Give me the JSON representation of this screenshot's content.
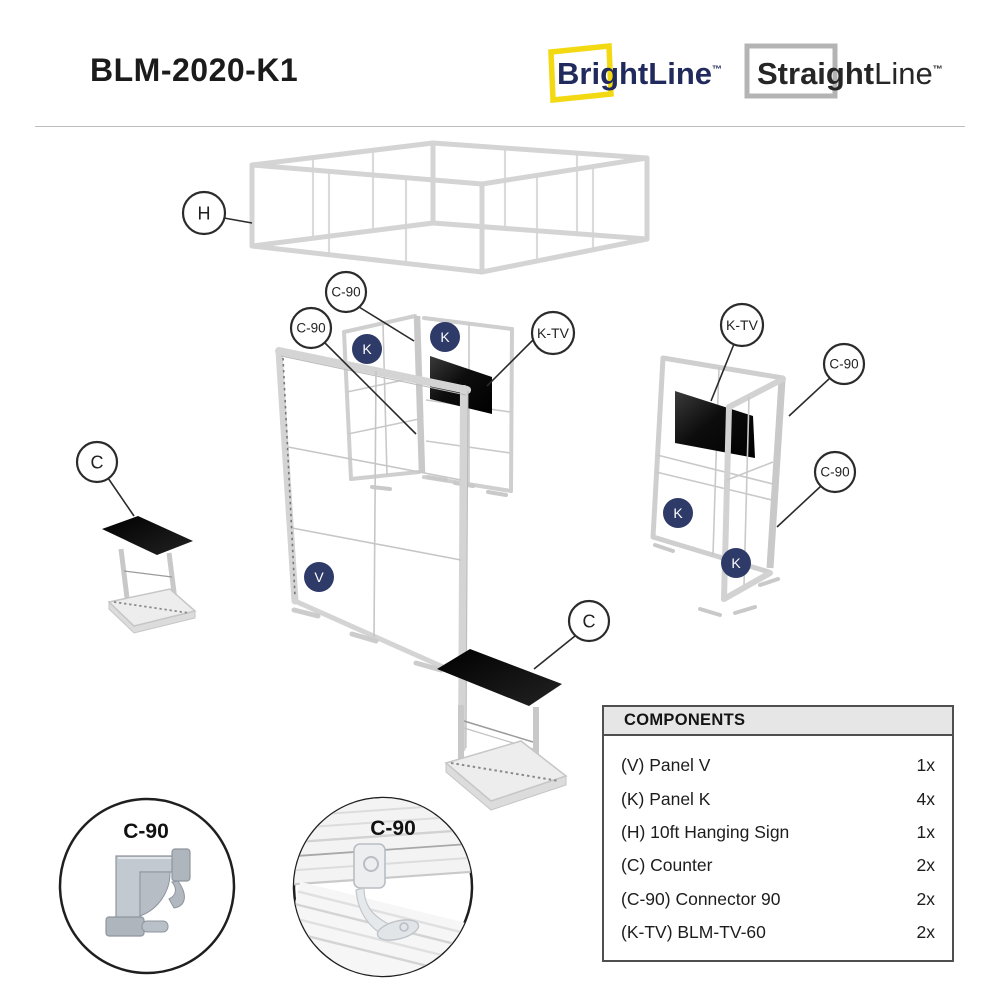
{
  "page": {
    "title": "BLM-2020-K1"
  },
  "logos": {
    "brightline": {
      "part1": "Bright",
      "part2": "Line",
      "tm": "™",
      "frame_color": "#f3d912",
      "text_color": "#202a5c"
    },
    "straightline": {
      "part1": "Straight",
      "part2": "Line",
      "tm": "™",
      "frame_color": "#b4b4b4",
      "text_color": "#262626"
    }
  },
  "callouts": {
    "h": "H",
    "c": "C",
    "v": "V",
    "k": "K",
    "c90": "C-90",
    "ktv": "K-TV"
  },
  "details": {
    "left_title": "C-90",
    "right_title": "C-90"
  },
  "components_table": {
    "header": "COMPONENTS",
    "rows": [
      {
        "label": "(V) Panel V",
        "qty": "1x"
      },
      {
        "label": "(K) Panel K",
        "qty": "4x"
      },
      {
        "label": "(H) 10ft Hanging Sign",
        "qty": "1x"
      },
      {
        "label": "(C) Counter",
        "qty": "2x"
      },
      {
        "label": "(C-90) Connector 90",
        "qty": "2x"
      },
      {
        "label": "(K-TV) BLM-TV-60",
        "qty": "2x"
      }
    ]
  },
  "colors": {
    "accent_navy": "#2e3a67",
    "frame_gray": "#d2d2d2",
    "tv_black": "#0d0d0d",
    "logo_yellow": "#f3d912",
    "logo_navy": "#202a5c"
  }
}
